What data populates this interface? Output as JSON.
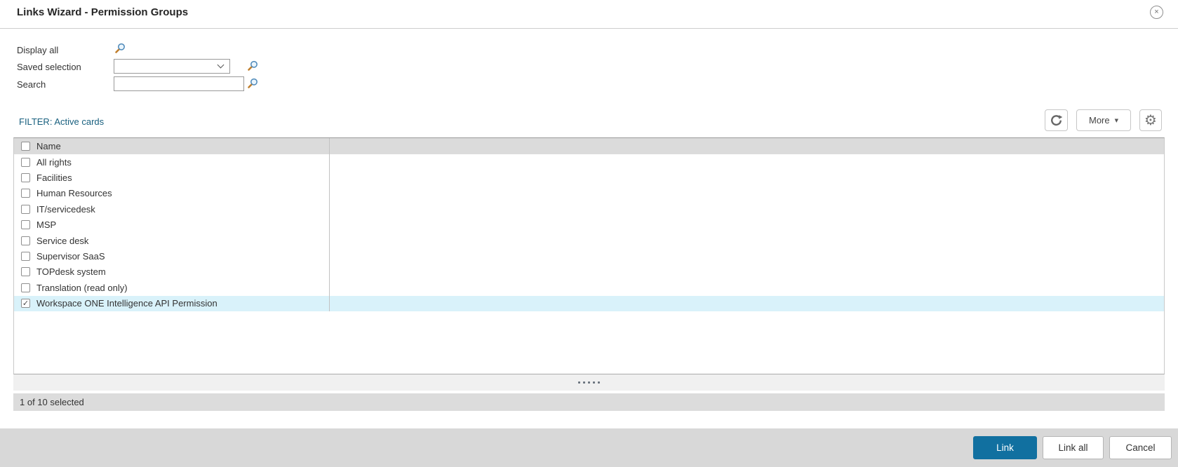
{
  "window": {
    "title": "Links Wizard - Permission Groups"
  },
  "form": {
    "display_all_label": "Display all",
    "saved_selection_label": "Saved selection",
    "saved_selection_value": "",
    "search_label": "Search",
    "search_value": ""
  },
  "filter": {
    "label": "FILTER: Active cards"
  },
  "toolbar": {
    "more_label": "More"
  },
  "table": {
    "name_header": "Name",
    "rows": [
      {
        "name": "All rights",
        "checked": false,
        "selected": false
      },
      {
        "name": "Facilities",
        "checked": false,
        "selected": false
      },
      {
        "name": "Human Resources",
        "checked": false,
        "selected": false
      },
      {
        "name": "IT/servicedesk",
        "checked": false,
        "selected": false
      },
      {
        "name": "MSP",
        "checked": false,
        "selected": false
      },
      {
        "name": "Service desk",
        "checked": false,
        "selected": false
      },
      {
        "name": "Supervisor SaaS",
        "checked": false,
        "selected": false
      },
      {
        "name": "TOPdesk system",
        "checked": false,
        "selected": false
      },
      {
        "name": "Translation (read only)",
        "checked": false,
        "selected": false
      },
      {
        "name": "Workspace ONE Intelligence API Permission",
        "checked": true,
        "selected": true
      }
    ]
  },
  "status_bar": {
    "text": "1 of 10 selected"
  },
  "footer": {
    "link_label": "Link",
    "link_all_label": "Link all",
    "cancel_label": "Cancel"
  },
  "icons": {
    "checkmark": "✓",
    "close": "×",
    "gear": "⚙",
    "more_caret": "▼"
  },
  "colors": {
    "primary_button": "#1170a0",
    "filter_link": "#19607f",
    "selected_row_bg": "#d9f2fa",
    "header_row_bg": "#dbdbdb",
    "status_bar_bg": "#dcdcdc",
    "splitter_bg": "#f0f0f0",
    "footer_bg": "#d8d8d8"
  }
}
